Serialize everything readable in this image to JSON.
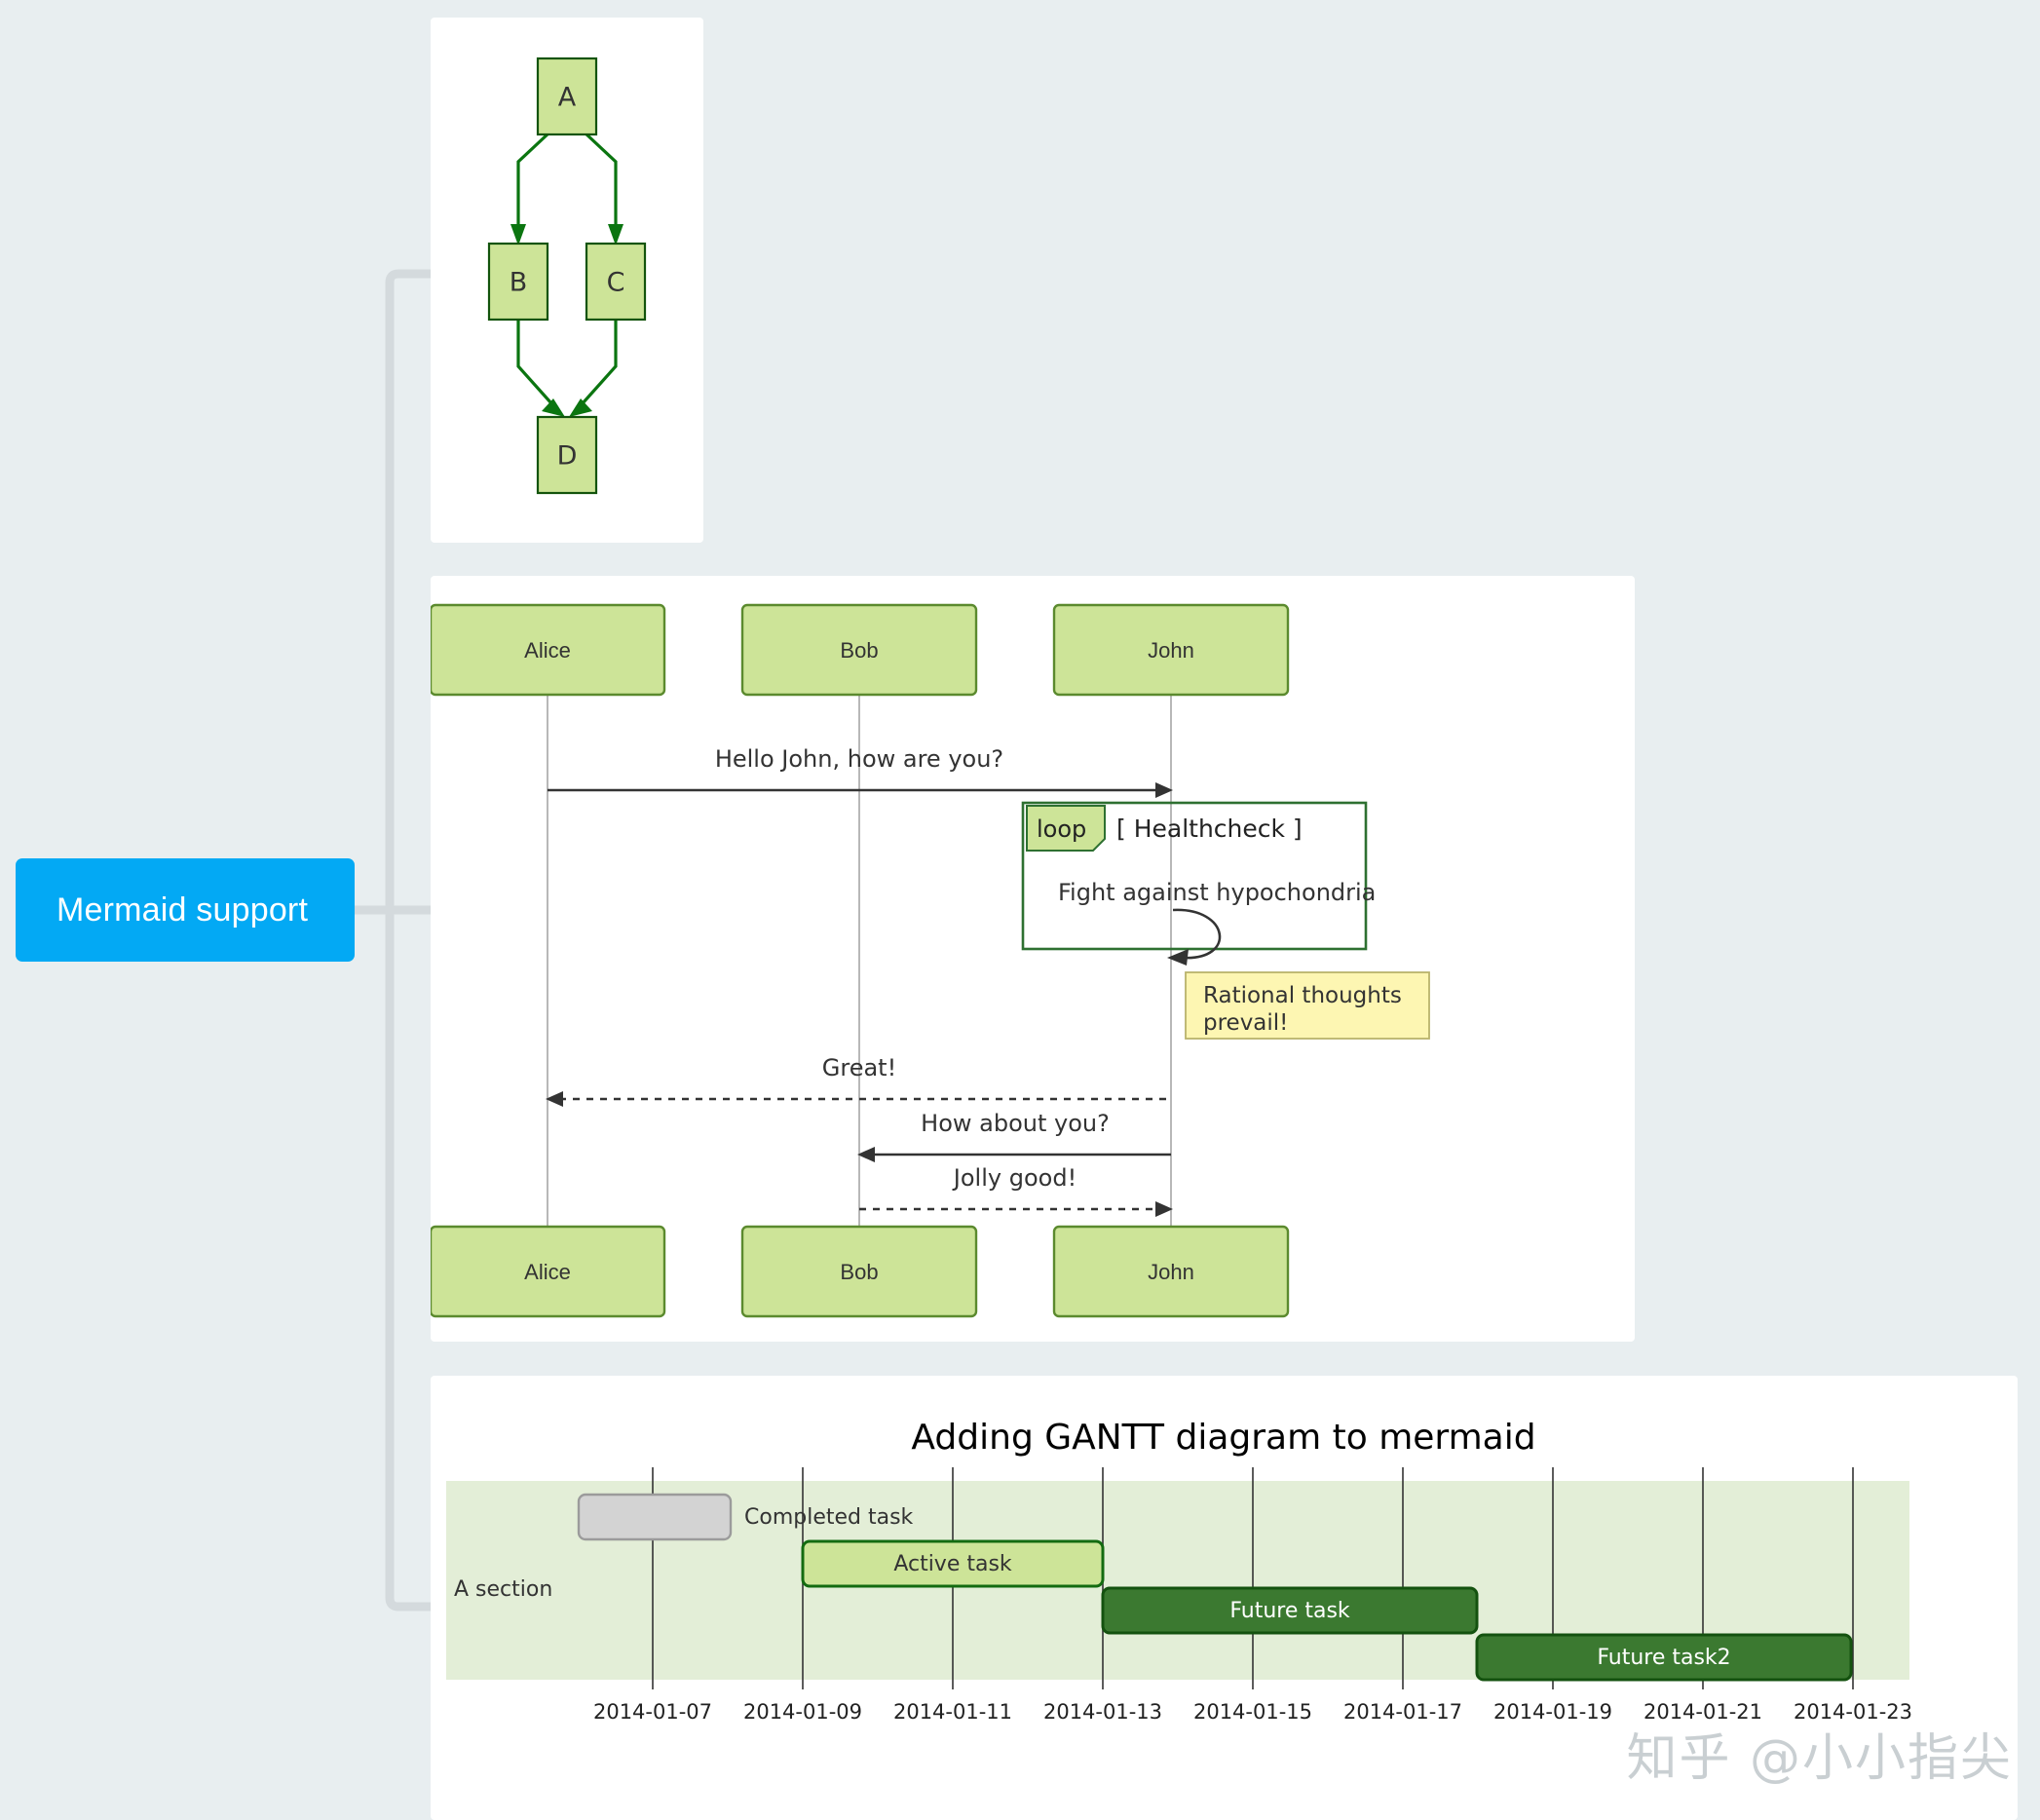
{
  "background_color": "#e8eef0",
  "root": {
    "label": "Mermaid support",
    "color": "#03a9f4",
    "text_color": "#ffffff"
  },
  "connector": {
    "color": "#d4dadd",
    "name": "mindmap-connector"
  },
  "flowchart": {
    "panel_name": "flowchart-panel",
    "node_fill": "#cde498",
    "node_stroke": "#13540c",
    "edge_color": "#0b7510",
    "nodes": [
      {
        "id": "A",
        "label": "A"
      },
      {
        "id": "B",
        "label": "B"
      },
      {
        "id": "C",
        "label": "C"
      },
      {
        "id": "D",
        "label": "D"
      }
    ],
    "edges": [
      {
        "from": "A",
        "to": "B"
      },
      {
        "from": "A",
        "to": "C"
      },
      {
        "from": "B",
        "to": "D"
      },
      {
        "from": "C",
        "to": "D"
      }
    ]
  },
  "sequence": {
    "panel_name": "sequence-diagram-panel",
    "actor_fill": "#cde498",
    "actor_stroke": "#5b8a2e",
    "note_fill": "#fdf6b2",
    "actors": [
      {
        "name": "Alice"
      },
      {
        "name": "Bob"
      },
      {
        "name": "John"
      }
    ],
    "messages": [
      {
        "text": "Hello John, how are you?",
        "from": "Alice",
        "to": "John",
        "style": "solid"
      },
      {
        "text": "Great!",
        "from": "John",
        "to": "Alice",
        "style": "dashed"
      },
      {
        "text": "How about you?",
        "from": "John",
        "to": "Bob",
        "style": "solid"
      },
      {
        "text": "Jolly good!",
        "from": "Bob",
        "to": "John",
        "style": "dashed"
      }
    ],
    "loop": {
      "keyword": "loop",
      "condition": "[ Healthcheck ]",
      "body": "Fight against hypochondria"
    },
    "note": {
      "line1": "Rational thoughts",
      "line2": "prevail!"
    }
  },
  "chart_data": {
    "type": "bar",
    "title": "Adding GANTT diagram to mermaid",
    "xlabel": "",
    "ylabel": "",
    "orientation": "horizontal",
    "grid": true,
    "legend": "none",
    "sections": [
      {
        "name": "A section",
        "tasks": [
          {
            "name": "Completed task",
            "start": "2014-01-06",
            "end": "2014-01-08",
            "status": "done",
            "label_position": "right",
            "color": "#d3d3d3"
          },
          {
            "name": "Active task",
            "start": "2014-01-09",
            "end": "2014-01-13",
            "status": "active",
            "label_position": "inside",
            "color": "#cde498"
          },
          {
            "name": "Future task",
            "start": "2014-01-13",
            "end": "2014-01-18",
            "status": "future",
            "label_position": "inside",
            "color": "#3b7930"
          },
          {
            "name": "Future task2",
            "start": "2014-01-18",
            "end": "2014-01-23",
            "status": "future",
            "label_position": "inside",
            "color": "#3b7930"
          }
        ]
      }
    ],
    "x_ticks": [
      "2014-01-07",
      "2014-01-09",
      "2014-01-11",
      "2014-01-13",
      "2014-01-15",
      "2014-01-17",
      "2014-01-19",
      "2014-01-21",
      "2014-01-23"
    ],
    "xlim": [
      "2014-01-06",
      "2014-01-24"
    ]
  },
  "watermark": {
    "text": "知乎 @小小指尖"
  }
}
